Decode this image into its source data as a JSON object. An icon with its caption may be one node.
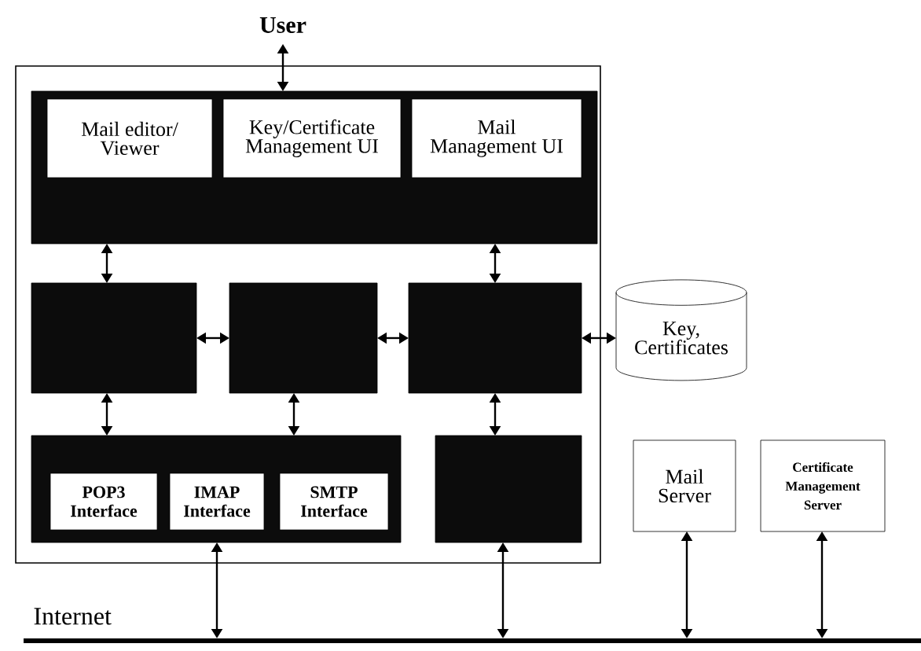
{
  "diagram": {
    "nodes": [
      {
        "text": [
          "User"
        ]
      },
      {
        "text": [],
        "shape": "box"
      },
      {
        "text": [],
        "shape": "box",
        "in": 1
      },
      {
        "text": [
          "Mail editor/ Viewer"
        ],
        "in": 2
      },
      {
        "text": [
          "Key/Certificate Management UI"
        ],
        "in": 2
      },
      {
        "text": [
          "Mail Management UI"
        ],
        "in": 2
      },
      {
        "text": [],
        "shape": "box",
        "in": 1
      },
      {
        "text": [],
        "shape": "box",
        "in": 1
      },
      {
        "text": [],
        "shape": "box",
        "in": 1
      },
      {
        "text": [
          "Key, Certificates"
        ]
      },
      {
        "text": [],
        "shape": "box",
        "in": 1
      },
      {
        "text": [
          "POP3 Interface"
        ],
        "in": 10
      },
      {
        "text": [
          "IMAP Interface"
        ],
        "in": 10
      },
      {
        "text": [
          "SMTP Interface"
        ],
        "in": 10
      },
      {
        "text": [],
        "shape": "box",
        "in": 1
      },
      {
        "text": [
          "Mail Server"
        ]
      },
      {
        "text": [
          "Certificate Management Server"
        ]
      },
      {
        "text": [],
        "shape": "bar",
        "beside": [
          "Internet"
        ]
      }
    ],
    "edges": [
      {
        "from": 0,
        "to": 2,
        "arrow": "both"
      },
      {
        "from": 2,
        "to": 6,
        "arrow": "both"
      },
      {
        "from": 2,
        "to": 8,
        "arrow": "both"
      },
      {
        "from": 6,
        "to": 7,
        "arrow": "both"
      },
      {
        "from": 7,
        "to": 8,
        "arrow": "both"
      },
      {
        "from": 8,
        "to": 9,
        "arrow": "both"
      },
      {
        "from": 6,
        "to": 10,
        "arrow": "both"
      },
      {
        "from": 7,
        "to": 10,
        "arrow": "both"
      },
      {
        "from": 8,
        "to": 14,
        "arrow": "both"
      },
      {
        "from": 10,
        "to": 17,
        "arrow": "both"
      },
      {
        "from": 14,
        "to": 17,
        "arrow": "both"
      },
      {
        "from": 15,
        "to": 17,
        "arrow": "both"
      },
      {
        "from": 16,
        "to": 17,
        "arrow": "both"
      }
    ]
  }
}
